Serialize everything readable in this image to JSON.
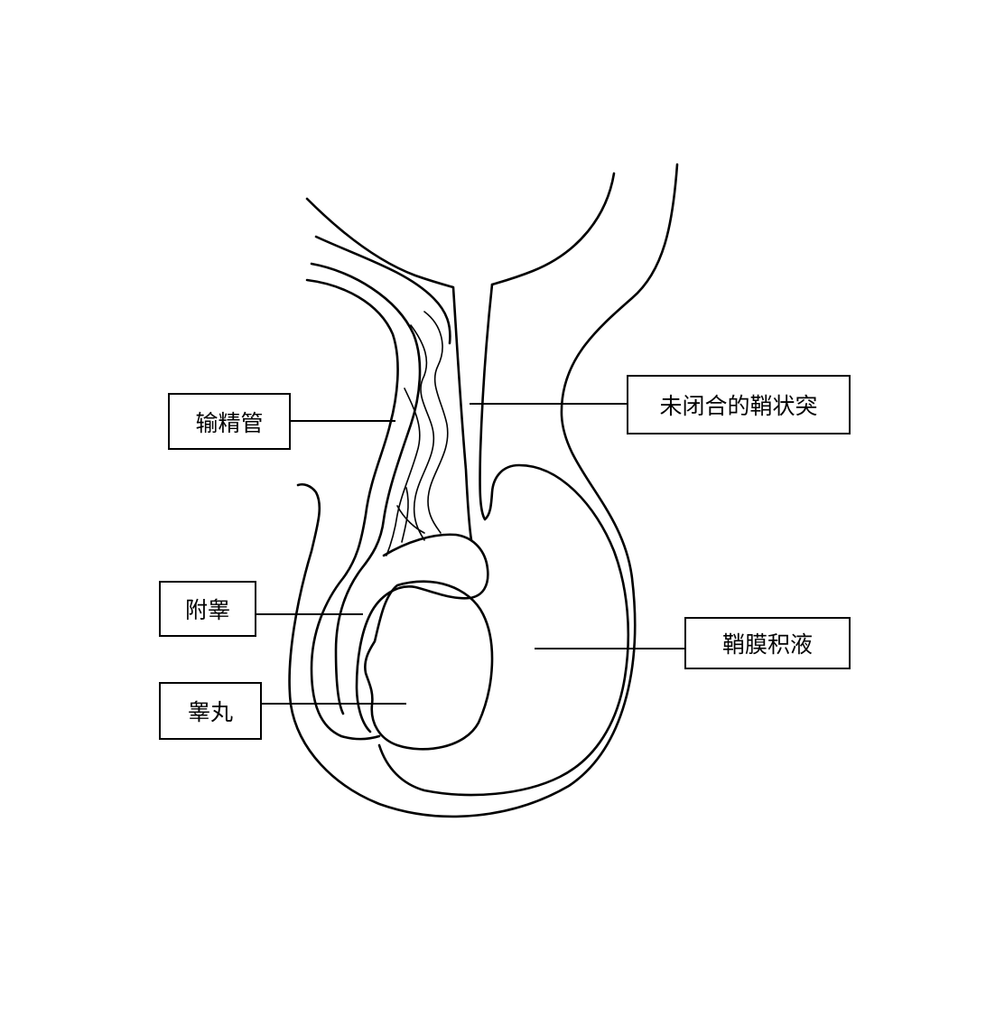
{
  "labels": {
    "vas_deferens": "输精管",
    "patent_processus_vaginalis": "未闭合的鞘状突",
    "epididymis": "附睾",
    "testis": "睾丸",
    "hydrocele": "鞘膜积液"
  },
  "colors": {
    "line": "#000000",
    "background": "#ffffff"
  }
}
